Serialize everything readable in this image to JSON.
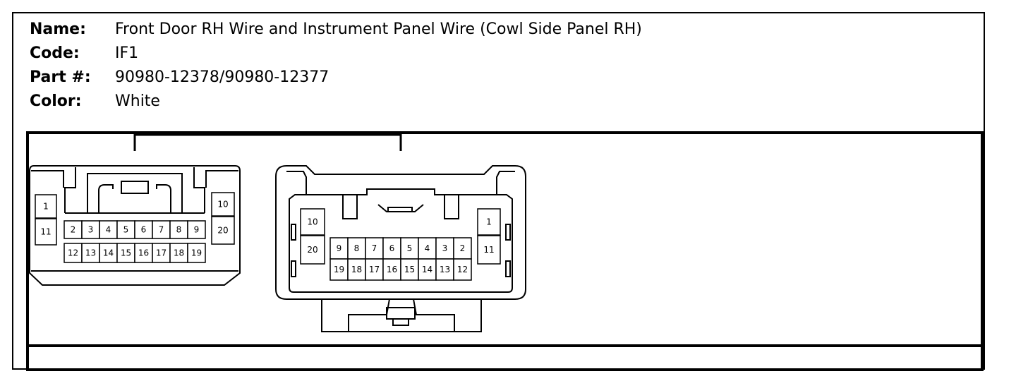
{
  "header": {
    "name_label": "Name:",
    "name_value": "Front Door RH Wire and Instrument Panel Wire (Cowl Side Panel RH)",
    "code_label": "Code:",
    "code_value": "IF1",
    "part_label": "Part #:",
    "part_value": "90980-12378/90980-12377",
    "color_label": "Color:",
    "color_value": "White"
  },
  "left_connector": {
    "pins": [
      "1",
      "11",
      "2",
      "3",
      "4",
      "5",
      "6",
      "7",
      "8",
      "9",
      "12",
      "13",
      "14",
      "15",
      "16",
      "17",
      "18",
      "19",
      "10",
      "20"
    ]
  },
  "right_connector": {
    "pins": [
      "10",
      "20",
      "9",
      "8",
      "7",
      "6",
      "5",
      "4",
      "3",
      "2",
      "19",
      "18",
      "17",
      "16",
      "15",
      "14",
      "13",
      "12",
      "1",
      "11"
    ]
  }
}
